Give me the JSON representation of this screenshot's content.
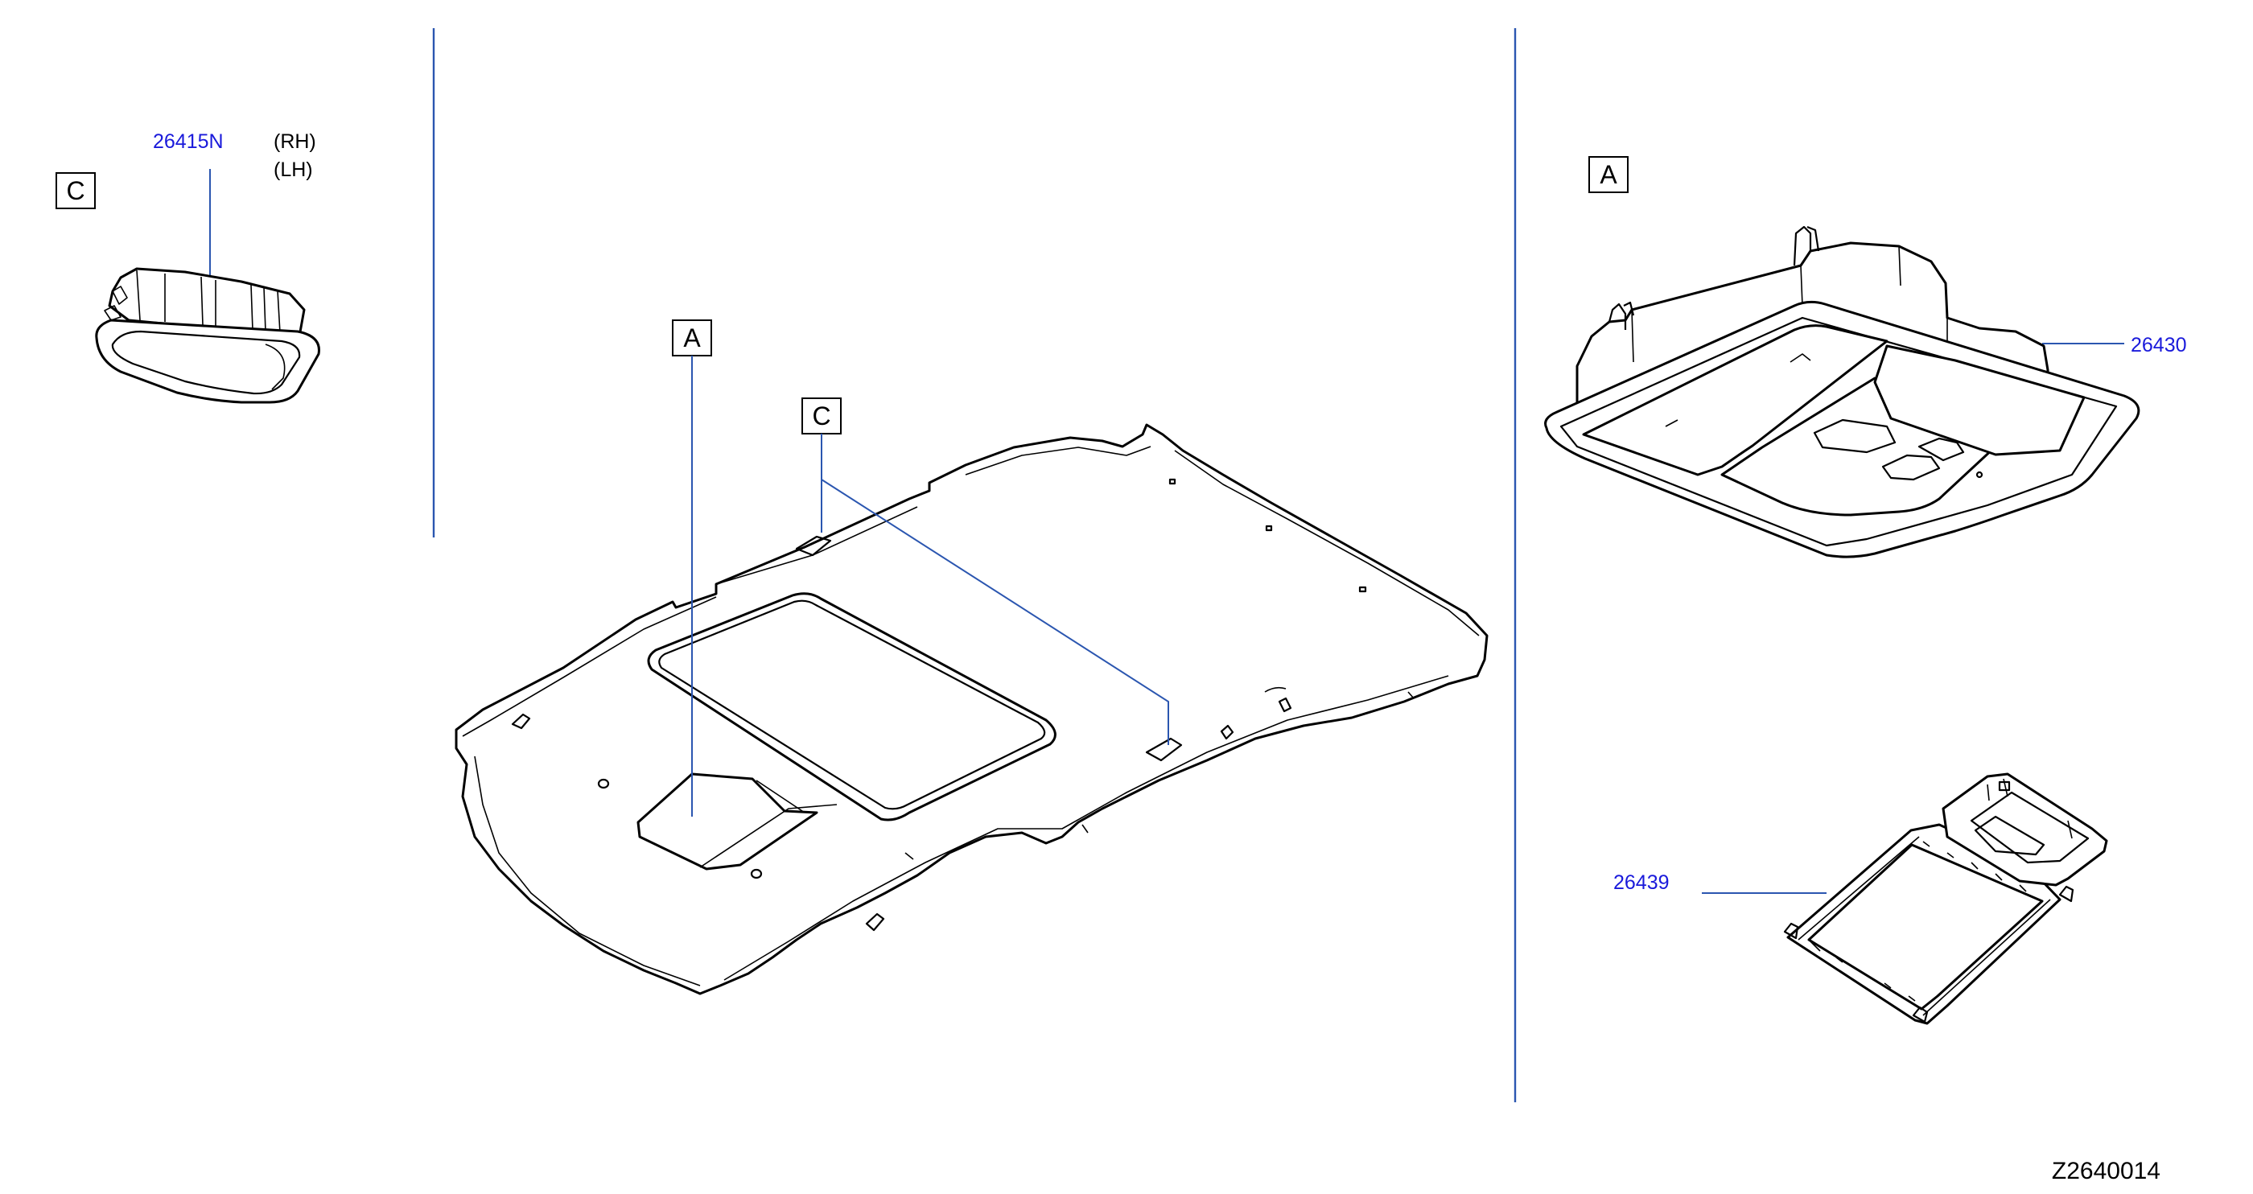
{
  "diagram_id": "Z2640014",
  "callouts": {
    "c_left": "C",
    "a_center": "A",
    "c_center": "C",
    "a_right": "A"
  },
  "parts": {
    "map_lamp": {
      "number": "26415N",
      "variant_rh": "(RH)",
      "variant_lh": "(LH)"
    },
    "overhead_console": {
      "number": "26430"
    },
    "console_bracket": {
      "number": "26439"
    }
  },
  "colors": {
    "part_number": "#1a1adb",
    "leader_line": "#2b56b0"
  }
}
